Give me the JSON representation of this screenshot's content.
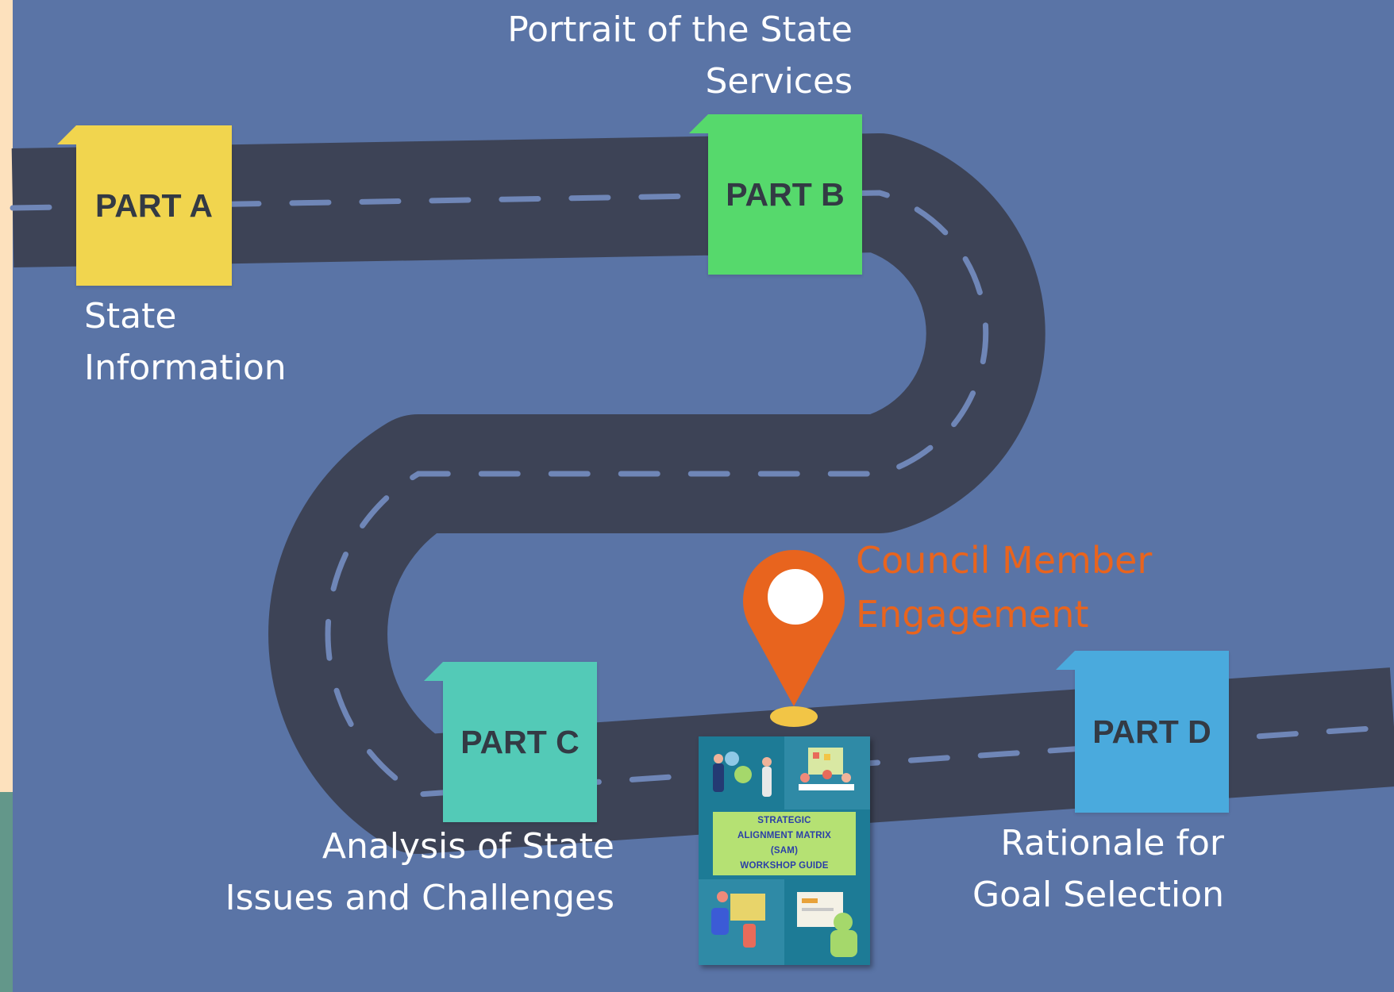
{
  "colors": {
    "background": "#5a74a6",
    "road": "#3d4356",
    "dash": "#6f86b7",
    "label": "#ffffff",
    "highlight": "#e8641e",
    "part_a": "#f1d54e",
    "part_b": "#56d96c",
    "part_c": "#53cab7",
    "part_d": "#4aaadd"
  },
  "parts": [
    {
      "label": "PART A",
      "description_lines": [
        "State",
        "Information"
      ]
    },
    {
      "label": "PART B",
      "description_lines": [
        "Portrait of the State",
        "Services"
      ]
    },
    {
      "label": "PART C",
      "description_lines": [
        "Analysis of State",
        "Issues and Challenges"
      ]
    },
    {
      "label": "PART D",
      "description_lines": [
        "Rationale for",
        "Goal Selection"
      ]
    }
  ],
  "marker": {
    "icon": "location-pin-icon",
    "label_lines": [
      "Council Member",
      "Engagement"
    ]
  },
  "guide_cover": {
    "title_lines": [
      "STRATEGIC",
      "ALIGNMENT MATRIX",
      "(SAM)",
      "WORKSHOP GUIDE"
    ]
  }
}
